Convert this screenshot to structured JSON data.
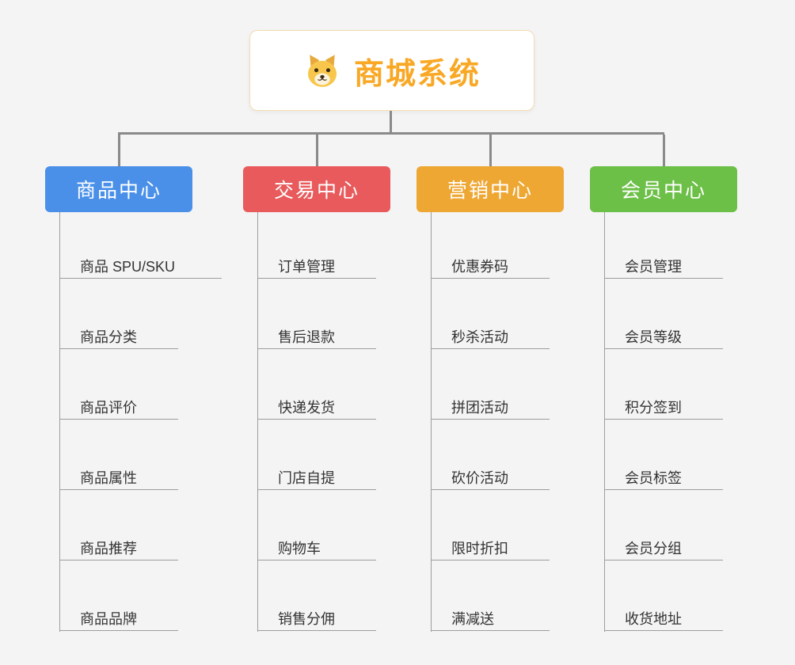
{
  "root": {
    "title": "商城系统",
    "title_color": "#f9a825",
    "border_color": "#f3ddb2",
    "icon": "dog-icon"
  },
  "connector_color": "#8a8a8a",
  "line_color": "#9d9d9d",
  "branches": [
    {
      "label": "商品中心",
      "color": "#4a90e9",
      "items": [
        "商品 SPU/SKU",
        "商品分类",
        "商品评价",
        "商品属性",
        "商品推荐",
        "商品品牌"
      ]
    },
    {
      "label": "交易中心",
      "color": "#e85a5c",
      "items": [
        "订单管理",
        "售后退款",
        "快递发货",
        "门店自提",
        "购物车",
        "销售分佣"
      ]
    },
    {
      "label": "营销中心",
      "color": "#efa733",
      "items": [
        "优惠券码",
        "秒杀活动",
        "拼团活动",
        "砍价活动",
        "限时折扣",
        "满减送"
      ]
    },
    {
      "label": "会员中心",
      "color": "#6cbf47",
      "items": [
        "会员管理",
        "会员等级",
        "积分签到",
        "会员标签",
        "会员分组",
        "收货地址"
      ]
    }
  ]
}
